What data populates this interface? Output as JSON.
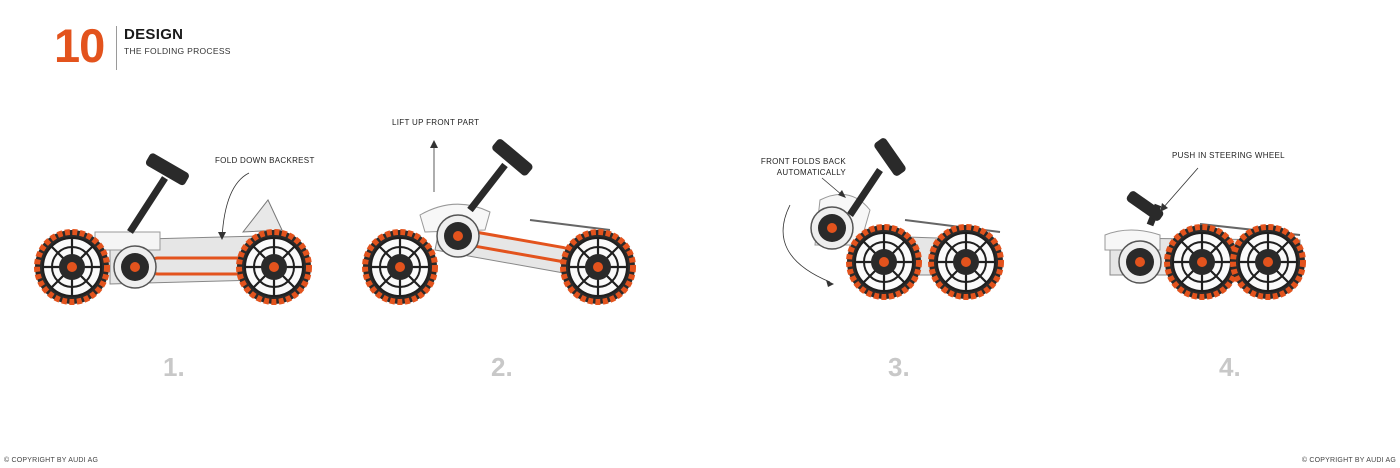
{
  "header": {
    "page_number": "10",
    "title": "DESIGN",
    "subtitle": "THE FOLDING PROCESS"
  },
  "steps": [
    {
      "number": "1.",
      "annotation": "FOLD DOWN BACKREST"
    },
    {
      "number": "2.",
      "annotation": "LIFT UP FRONT PART"
    },
    {
      "number": "3.",
      "annotation": "FRONT FOLDS BACK\nAUTOMATICALLY"
    },
    {
      "number": "4.",
      "annotation": "PUSH IN STEERING WHEEL"
    }
  ],
  "footer": {
    "left": "© COPYRIGHT BY AUDI AG",
    "right": "© COPYRIGHT BY AUDI AG"
  },
  "colors": {
    "accent": "#e3531d",
    "step_number": "#c8c8c8",
    "dark": "#1f1f1f"
  }
}
